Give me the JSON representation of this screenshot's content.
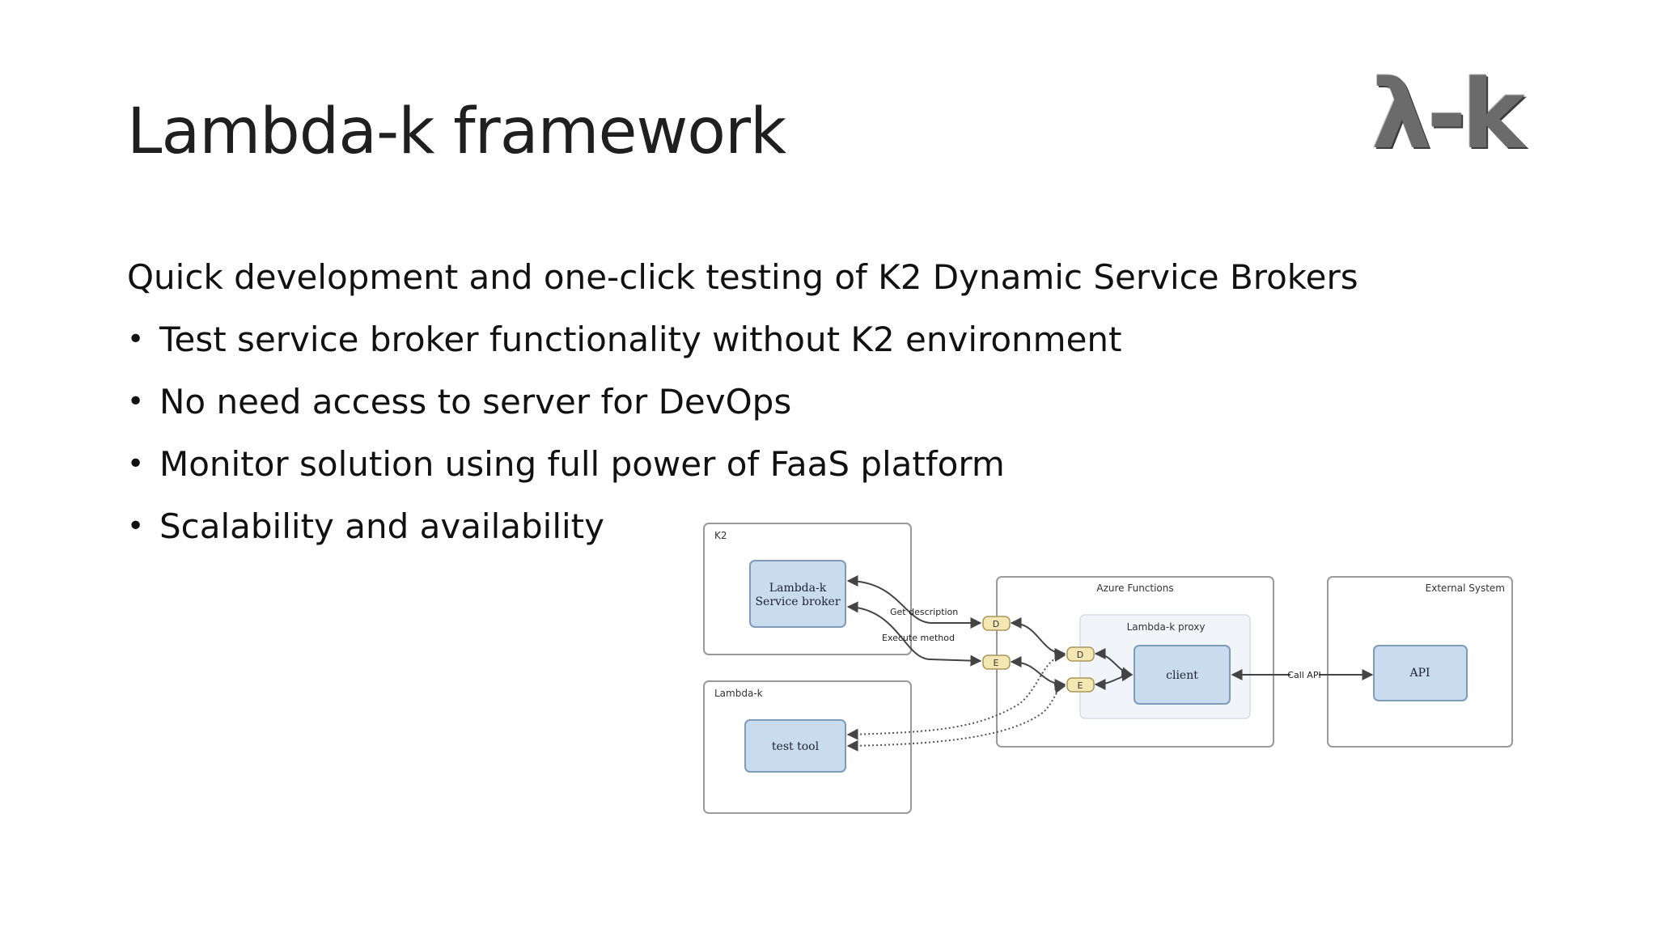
{
  "slide": {
    "title": "Lambda-k framework",
    "logo": "λ-k",
    "intro": "Quick development and one-click testing of K2 Dynamic Service Brokers",
    "bullets": [
      "Test service broker functionality without K2 environment",
      "No need access to server for DevOps",
      "Monitor solution using full power of FaaS platform",
      "Scalability and availability"
    ]
  },
  "diagram": {
    "groups": {
      "k2": "K2",
      "lambda_k": "Lambda-k",
      "azure": "Azure Functions",
      "proxy": "Lambda-k proxy",
      "external": "External System"
    },
    "nodes": {
      "service_broker_line1": "Lambda-k",
      "service_broker_line2": "Service broker",
      "test_tool": "test tool",
      "client": "client",
      "api": "API"
    },
    "ports": {
      "d": "D",
      "e": "E"
    },
    "edges": {
      "get_description": "Get description",
      "execute_method": "Execute method",
      "call_api": "Call API"
    },
    "colors": {
      "node_fill": "#c9dcef",
      "node_stroke": "#7f9bb8",
      "port_fill": "#f5e7b4",
      "port_stroke": "#a8975a",
      "group_stroke": "#9a9a9a",
      "proxy_fill": "#f1f5fa",
      "edge": "#444444"
    }
  }
}
